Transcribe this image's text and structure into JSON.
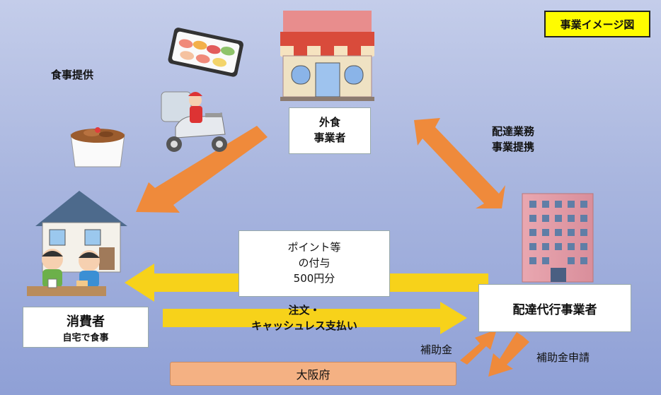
{
  "title_badge": "事業イメージ図",
  "meal_label": "食事提供",
  "restaurant": {
    "line1": "外食",
    "line2": "事業者"
  },
  "partnership": {
    "line1": "配達業務",
    "line2": "事業提携"
  },
  "points": {
    "line1": "ポイント等",
    "line2": "の付与",
    "line3": "500円分"
  },
  "consumer": {
    "title": "消費者",
    "sub": "自宅で食事"
  },
  "order": {
    "line1": "注文・",
    "line2": "キャッシュレス支払い"
  },
  "delivery_agent": "配達代行事業者",
  "subsidy": "補助金",
  "subsidy_application": "補助金申請",
  "osaka": "大阪府",
  "colors": {
    "arrow_orange": "#ef8a3b",
    "arrow_yellow": "#f7d21a",
    "badge_yellow": "#fffc00",
    "osaka_box": "#f4b183"
  },
  "icons": [
    "sushi-tray-icon",
    "delivery-scooter-icon",
    "gyudon-bowl-icon",
    "storefront-icon",
    "house-icon",
    "family-eating-icon",
    "office-building-icon"
  ]
}
